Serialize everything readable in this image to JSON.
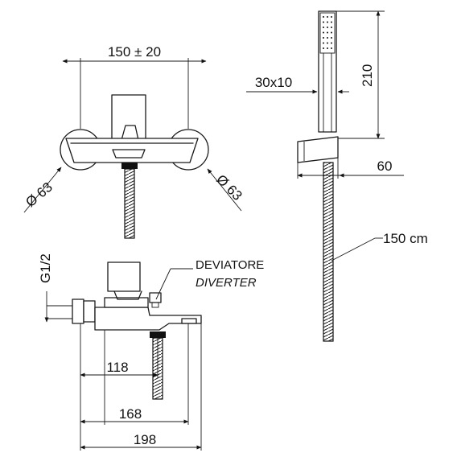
{
  "dimensions": {
    "top_width": "150 ± 20",
    "flange_left": "Ø 63",
    "flange_right": "Ø 63",
    "handle_width": "30x10",
    "handle_height": "210",
    "bracket": "60",
    "hose_length": "150 cm",
    "thread": "G1/2",
    "depth_118": "118",
    "depth_168": "168",
    "depth_198": "198"
  },
  "labels": {
    "diverter_it": "DEVIATORE",
    "diverter_en": "DIVERTER"
  }
}
